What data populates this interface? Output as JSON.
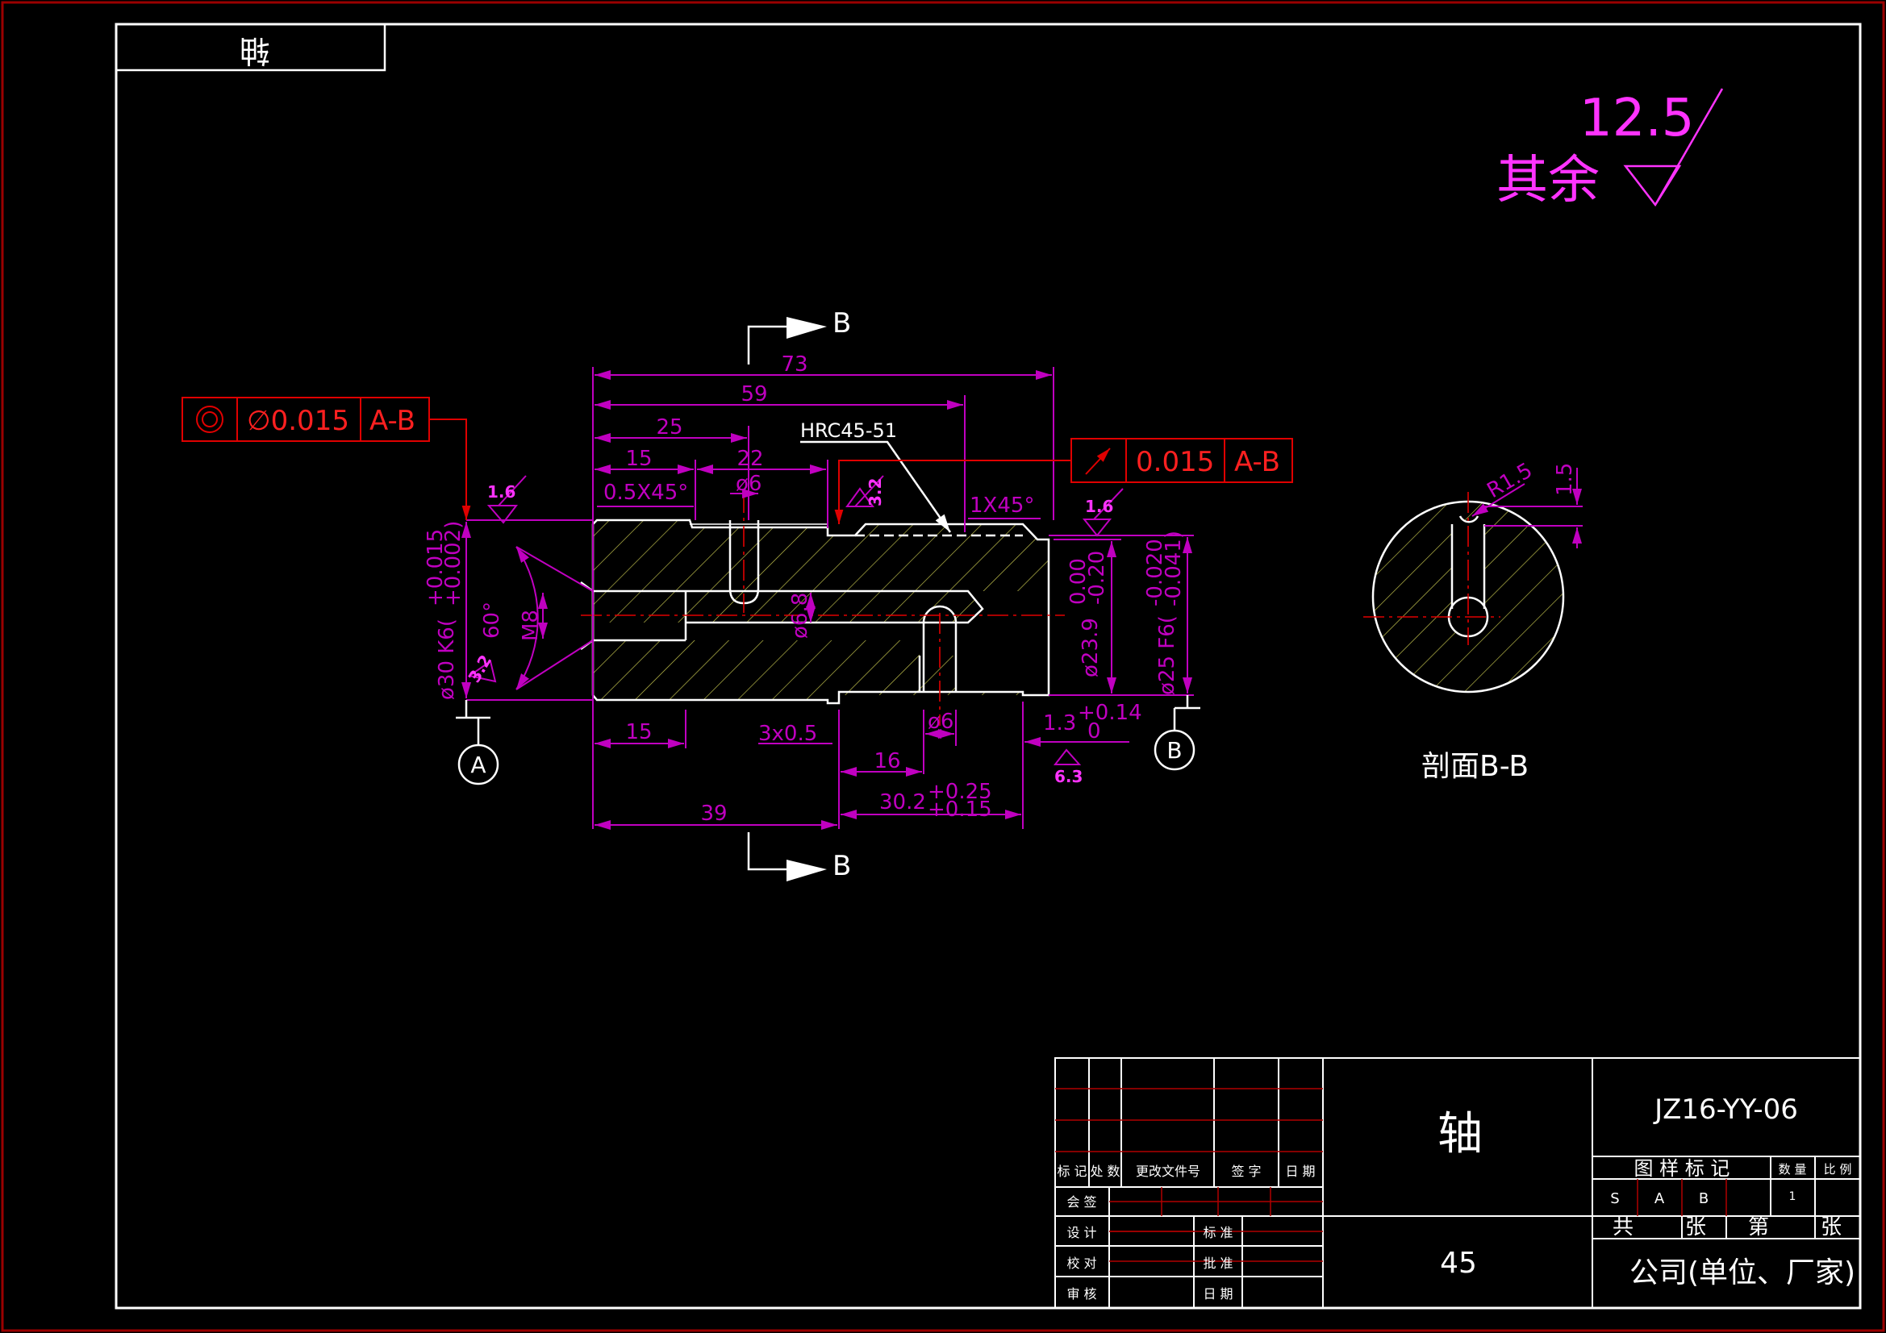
{
  "corner_label": "轴",
  "roughness": {
    "value": "12.5",
    "label": "其余"
  },
  "section_marker": "B",
  "tolerance_frames": [
    {
      "symbol": "concentricity-icon",
      "value": "∅0.015",
      "datum": "A-B"
    },
    {
      "symbol": "runout-arrow-icon",
      "value": "0.015",
      "datum": "A-B"
    }
  ],
  "dimensions": {
    "d73": "73",
    "d59": "59",
    "d25": "25",
    "d15": "15",
    "d22": "22",
    "chamfer1": "0.5X45°",
    "phi6_top": "ø6",
    "rough32_top": "3.2",
    "chamfer2": "1X45°",
    "rough16_left": "1.6",
    "rough16_right": "1.6",
    "hrc": "HRC45-51",
    "phi30": "ø30  K6(+0.015/+0.002)",
    "phi30_main": "ø30  K6(",
    "phi30_up": "+0.015",
    "phi30_lo": "+0.002)",
    "angle60": "60°",
    "m8": "M8",
    "rough32_left": "3.2",
    "phi68": "ø6.8",
    "phi239_main": "ø23.9",
    "phi239_up": "0.00",
    "phi239_lo": "-0.20",
    "phi25_main": "ø25  F6(",
    "phi25_up": "-0.020",
    "phi25_lo": "-0.041)",
    "b15": "15",
    "b3x05": "3x0.5",
    "phi6_bot": "ø6",
    "b13_main": "1.3",
    "b13_up": "+0.14",
    "b13_lo": "0",
    "rough63": "6.3",
    "b16": "16",
    "b302_main": "30.2",
    "b302_up": "+0.25",
    "b302_lo": "+0.15",
    "b39": "39",
    "datum_a": "A",
    "datum_b": "B",
    "r15": "R1.5",
    "v15": "1.5"
  },
  "section_caption": "剖面B-B",
  "title_block": {
    "part_name": "轴",
    "drawing_no": "JZ16-YY-06",
    "material": "45",
    "company": "公司(单位、厂家)",
    "header": [
      "标 记",
      "处 数",
      "更改文件号",
      "签 字",
      "日 期"
    ],
    "sign_rows": [
      "会 签",
      "设 计",
      "校 对",
      "审 核"
    ],
    "right_labels": [
      "标 准",
      "批 准",
      "日 期"
    ],
    "mark_title": "图 样 标 记",
    "qty_label": "数 量",
    "scale_label": "比 例",
    "marks": [
      "S",
      "A",
      "B"
    ],
    "qty_value": "1",
    "sheet": [
      "共",
      "张",
      "第",
      "张"
    ]
  },
  "colors": {
    "dimension": "#c000c0",
    "tolerance": "#e00000",
    "hatch": "#c8c850",
    "outline": "#ffffff",
    "roughness_label": "#ff33ff"
  }
}
